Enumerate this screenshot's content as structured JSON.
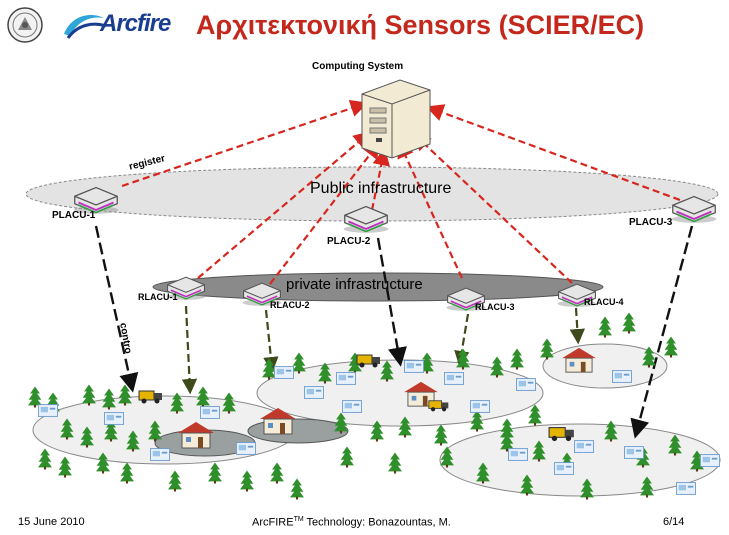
{
  "header": {
    "title": "Αρχιτεκτονική Sensors (SCIER/EC)",
    "logo_text": "Arcfire",
    "title_color": "#c4271b"
  },
  "diagram": {
    "computing_system": "Computing System",
    "public_infrastructure": "Public infrastructure",
    "private_infrastructure": "private infrastructure",
    "register_label": "register",
    "control_label": "contro",
    "placu": [
      "PLACU-1",
      "PLACU-2",
      "PLACU-3"
    ],
    "rlacu": [
      "RLACU-1",
      "RLACU-2",
      "RLACU-3",
      "RLACU-4"
    ],
    "link_color": "#d7261e"
  },
  "footer": {
    "date": "15 June 2010",
    "brand": "ArcFIRE",
    "trademark": "TM",
    "credit": " Technology: Bonazountas, M.",
    "page": "6/14"
  }
}
